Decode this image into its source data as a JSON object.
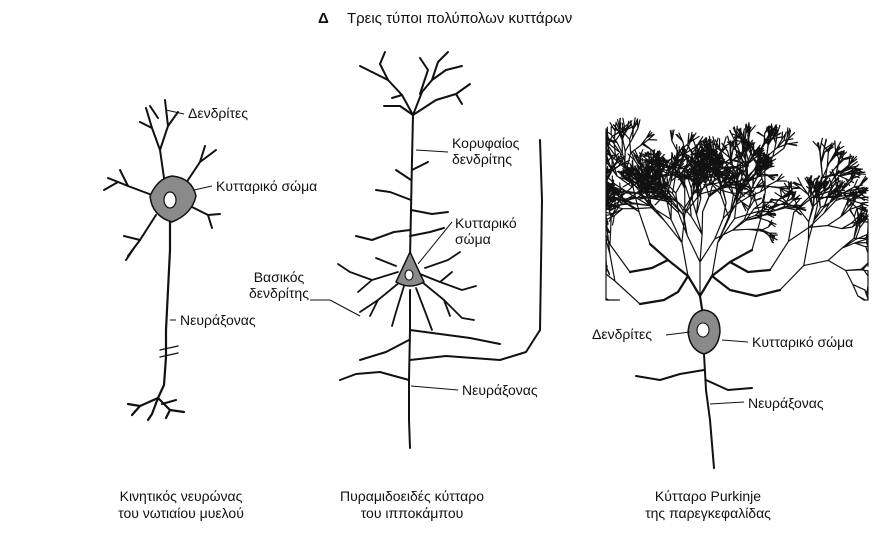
{
  "title": {
    "mark": "Δ",
    "text": "Τρεις τύποι πολύπολων κυττάρων"
  },
  "cells": {
    "motor": {
      "dendrites": "Δενδρίτες",
      "soma": "Κυτταρικό σώμα",
      "axon": "Νευράξονας",
      "caption_line1": "Κινητικός νευρώνας",
      "caption_line2": "του νωτιαίου μυελού"
    },
    "pyramidal": {
      "apical_line1": "Κορυφαίος",
      "apical_line2": "δενδρίτης",
      "soma_line1": "Κυτταρικό",
      "soma_line2": "σώμα",
      "basal_line1": "Βασικός",
      "basal_line2": "δενδρίτης",
      "axon": "Νευράξονας",
      "caption_line1": "Πυραμιδοειδές κύτταρο",
      "caption_line2": "του ιπποκάμπου"
    },
    "purkinje": {
      "dendrites": "Δενδρίτες",
      "soma": "Κυτταρικό σώμα",
      "axon": "Νευράξονας",
      "caption_line1": "Κύτταρο Purkinje",
      "caption_line2": "της παρεγκεφαλίδας"
    }
  },
  "colors": {
    "ink": "#111111",
    "soma_fill": "#8a8a8a",
    "background": "#ffffff"
  }
}
